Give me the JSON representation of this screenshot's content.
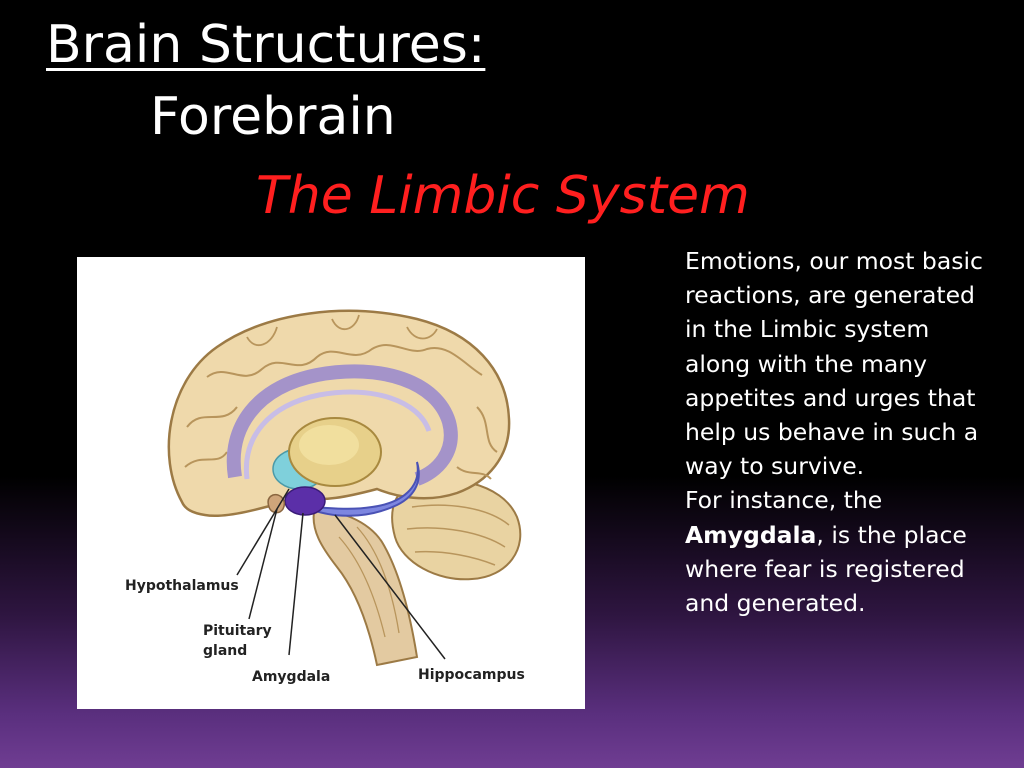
{
  "slide": {
    "title": "Brain Structures:",
    "subtitle": "Forebrain",
    "heading": "The Limbic System",
    "heading_color": "#ff1f1f"
  },
  "figure": {
    "labels": {
      "hypothalamus": "Hypothalamus",
      "pituitary_line1": "Pituitary",
      "pituitary_line2": "gland",
      "amygdala": "Amygdala",
      "hippocampus": "Hippocampus"
    }
  },
  "body": {
    "paragraph1": "Emotions, our most basic  reactions, are generated in the Limbic system along with the many appetites and urges that help us behave in such a way to survive.",
    "paragraph2_before": "For instance, the ",
    "paragraph2_bold": "Amygdala",
    "paragraph2_after": ", is the place where fear is registered and generated."
  }
}
